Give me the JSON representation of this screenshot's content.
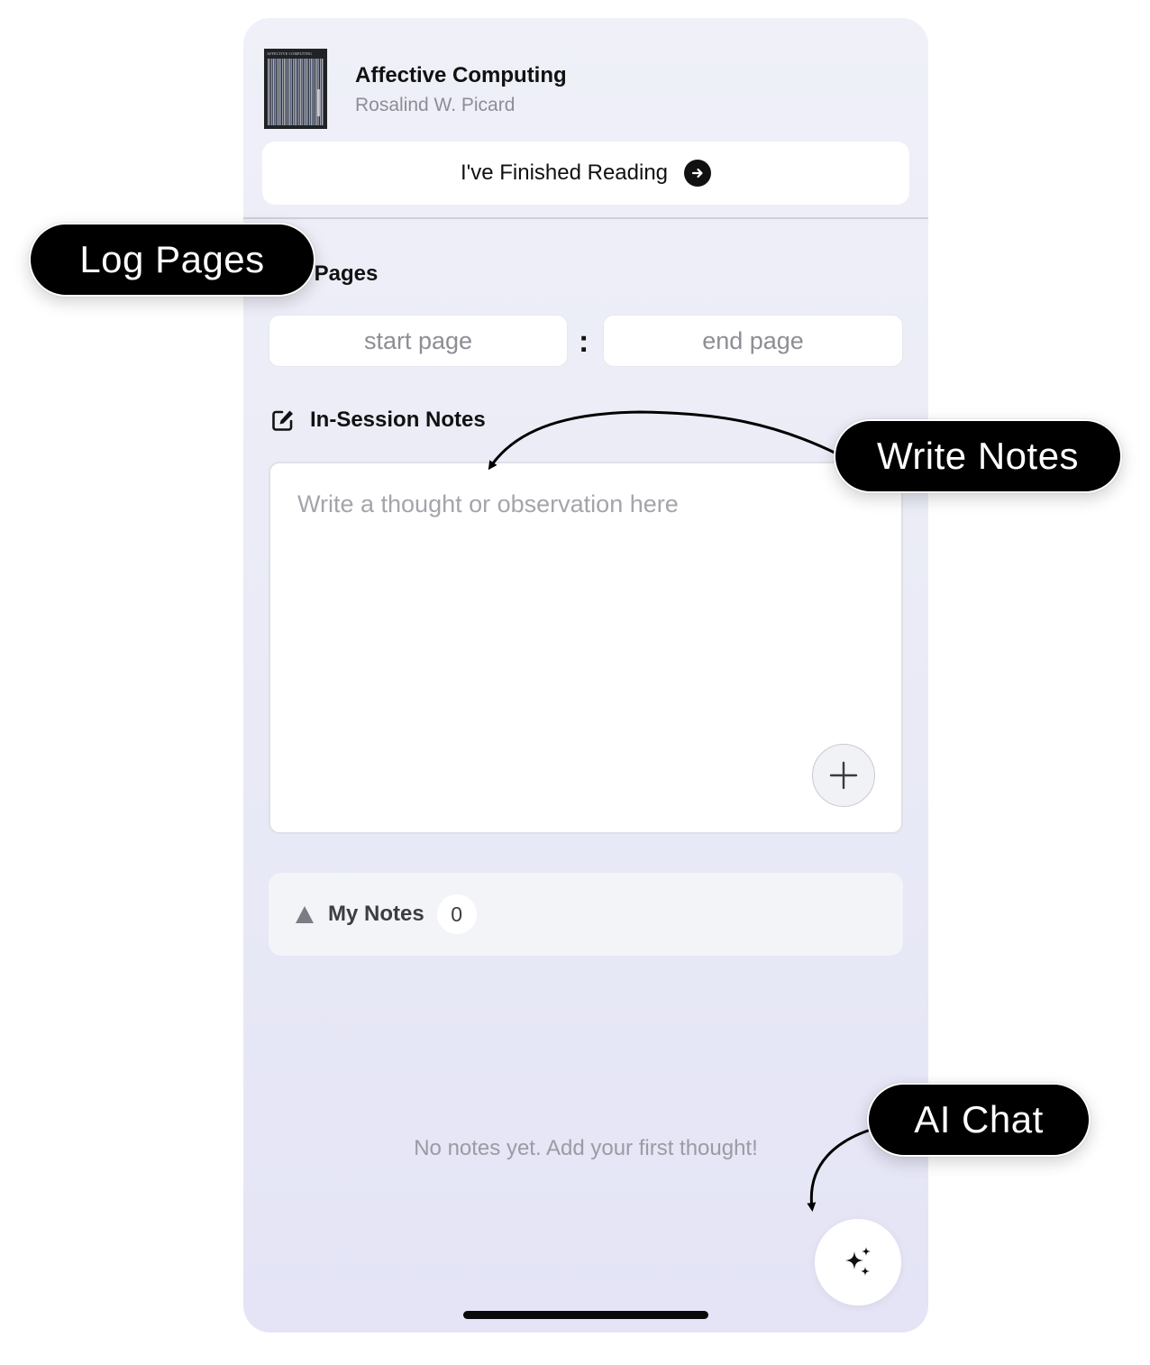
{
  "book": {
    "cover_text": "AFFECTIVE COMPUTING",
    "title": "Affective Computing",
    "author": "Rosalind W. Picard"
  },
  "finish_button": {
    "label": "I've Finished Reading",
    "icon": "arrow-right-circle-icon"
  },
  "log_pages": {
    "label": "Log Pages",
    "start_placeholder": "start page",
    "end_placeholder": "end page",
    "separator": ":"
  },
  "session_notes": {
    "label": "In-Session Notes",
    "icon": "edit-note-icon",
    "placeholder": "Write a thought or observation here",
    "add_icon": "plus-icon"
  },
  "my_notes": {
    "label": "My Notes",
    "count": "0",
    "empty_message": "No notes yet. Add your first thought!"
  },
  "ai_chat_button": {
    "icon": "sparkles-icon"
  },
  "callouts": {
    "log_pages": "Log Pages",
    "write_notes": "Write Notes",
    "ai_chat": "AI Chat"
  },
  "colors": {
    "accent": "#000000",
    "background": "#eceDf7",
    "card": "#ffffff"
  }
}
